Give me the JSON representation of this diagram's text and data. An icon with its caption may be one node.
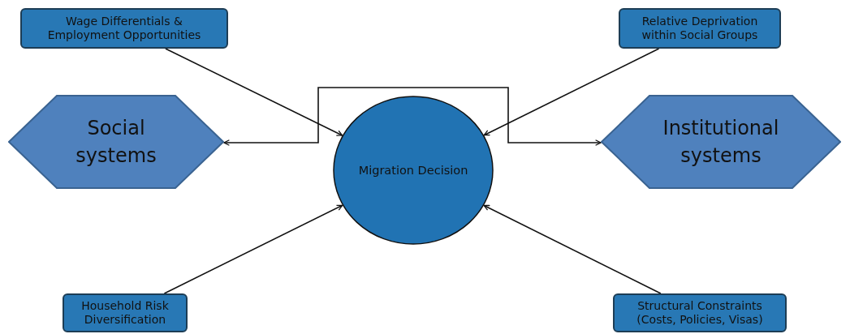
{
  "diagram": {
    "nodes": [
      {
        "text": [
          "Wage Differentials & Employment Opportunities"
        ]
      },
      {
        "text": [
          "Relative Deprivation within Social Groups"
        ]
      },
      {
        "text": [
          "Social systems"
        ]
      },
      {
        "text": [
          "Migration Decision"
        ]
      },
      {
        "text": [
          "Institutional systems"
        ]
      },
      {
        "text": [
          "Household Risk Diversification"
        ]
      },
      {
        "text": [
          "Structural Constraints (Costs, Policies, Visas)"
        ]
      }
    ],
    "edges": [
      {
        "from": 0,
        "to": 3,
        "arrow": "to"
      },
      {
        "from": 1,
        "to": 3,
        "arrow": "to"
      },
      {
        "from": 5,
        "to": 3,
        "arrow": "to"
      },
      {
        "from": 6,
        "to": 3,
        "arrow": "to"
      },
      {
        "from": 2,
        "to": 4,
        "arrow": "both"
      }
    ]
  }
}
